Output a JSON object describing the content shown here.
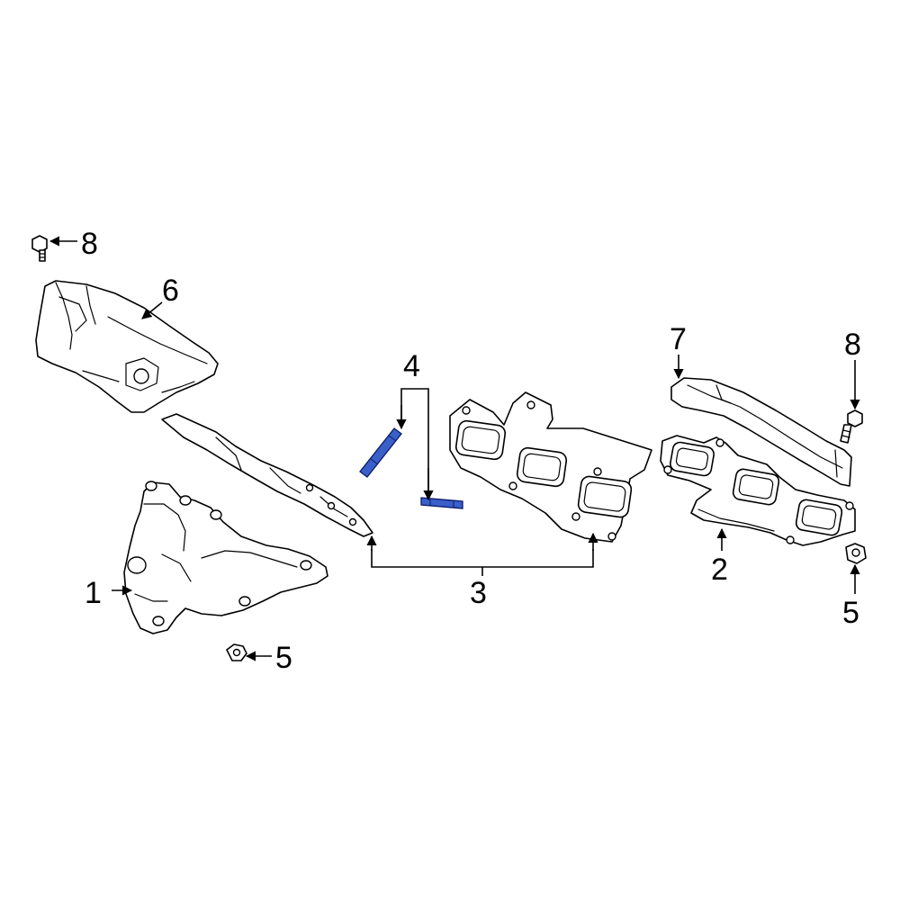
{
  "callouts": {
    "c1": "1",
    "c2": "2",
    "c3": "3",
    "c4": "4",
    "c5_left": "5",
    "c5_right": "5",
    "c6": "6",
    "c7": "7",
    "c8_left": "8",
    "c8_right": "8"
  },
  "colors": {
    "highlight": "#3a5fc8",
    "outline": "#000000",
    "background": "#ffffff"
  }
}
